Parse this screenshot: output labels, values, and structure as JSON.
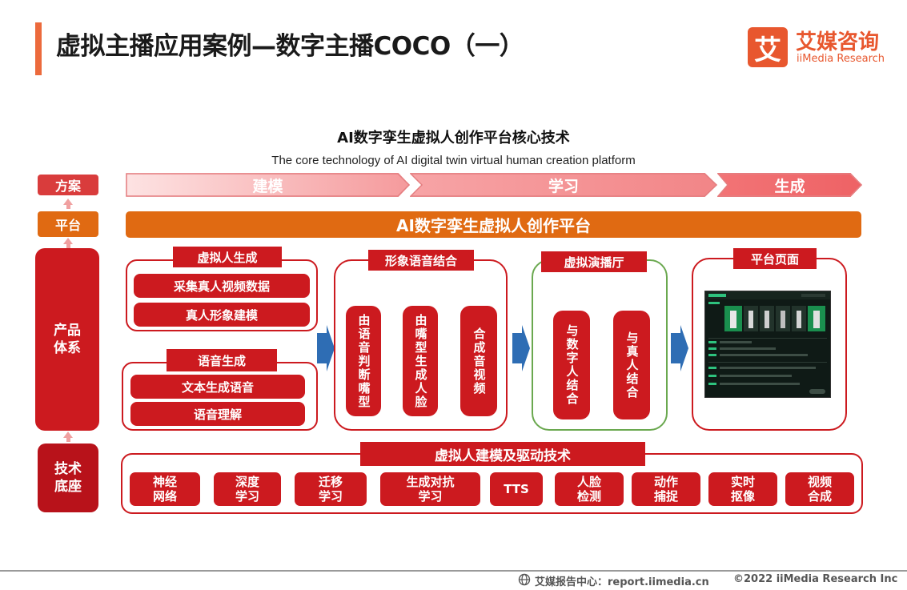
{
  "header": {
    "title": "虚拟主播应用案例—数字主播COCO（一）",
    "logo_mark": "艾",
    "logo_cn": "艾媒咨询",
    "logo_en": "iiMedia Research"
  },
  "diagram": {
    "title": "AI数字孪生虚拟人创作平台核心技术",
    "subtitle": "The core technology of AI digital twin virtual human creation platform"
  },
  "left_labels": {
    "plan": "方案",
    "platform": "平台",
    "product": "产品体系",
    "tech": "技术底座"
  },
  "stages": [
    "建模",
    "学习",
    "生成"
  ],
  "platform_bar": "AI数字孪生虚拟人创作平台",
  "groups": {
    "vh_gen": {
      "title": "虚拟人生成",
      "items": [
        "采集真人视频数据",
        "真人形象建模"
      ]
    },
    "voice_gen": {
      "title": "语音生成",
      "items": [
        "文本生成语音",
        "语音理解"
      ]
    },
    "image_voice": {
      "title": "形象语音结合",
      "items": [
        "由语音判断嘴型",
        "由嘴型生成人脸",
        "合成音视频"
      ]
    },
    "studio": {
      "title": "虚拟演播厅",
      "items": [
        "与数字人结合",
        "与真人结合"
      ]
    },
    "page": {
      "title": "平台页面"
    }
  },
  "tech": {
    "title": "虚拟人建模及驱动技术",
    "items": [
      "神经网络",
      "深度学习",
      "迁移学习",
      "生成对抗学习",
      "TTS",
      "人脸检测",
      "动作捕捉",
      "实时抠像",
      "视频合成"
    ]
  },
  "footer": {
    "source": "艾媒报告中心：report.iimedia.cn",
    "copyright": "©2022 iiMedia Research Inc"
  },
  "colors": {
    "primary_red": "#cc1a1f",
    "platform_orange": "#e06a12",
    "accent_orange": "#ec6a3c",
    "studio_green": "#6aa84f",
    "arrow_blue": "#2e6db4"
  },
  "icons": [
    "globe-icon",
    "blue-arrow-right-icon",
    "up-arrow-icon"
  ]
}
